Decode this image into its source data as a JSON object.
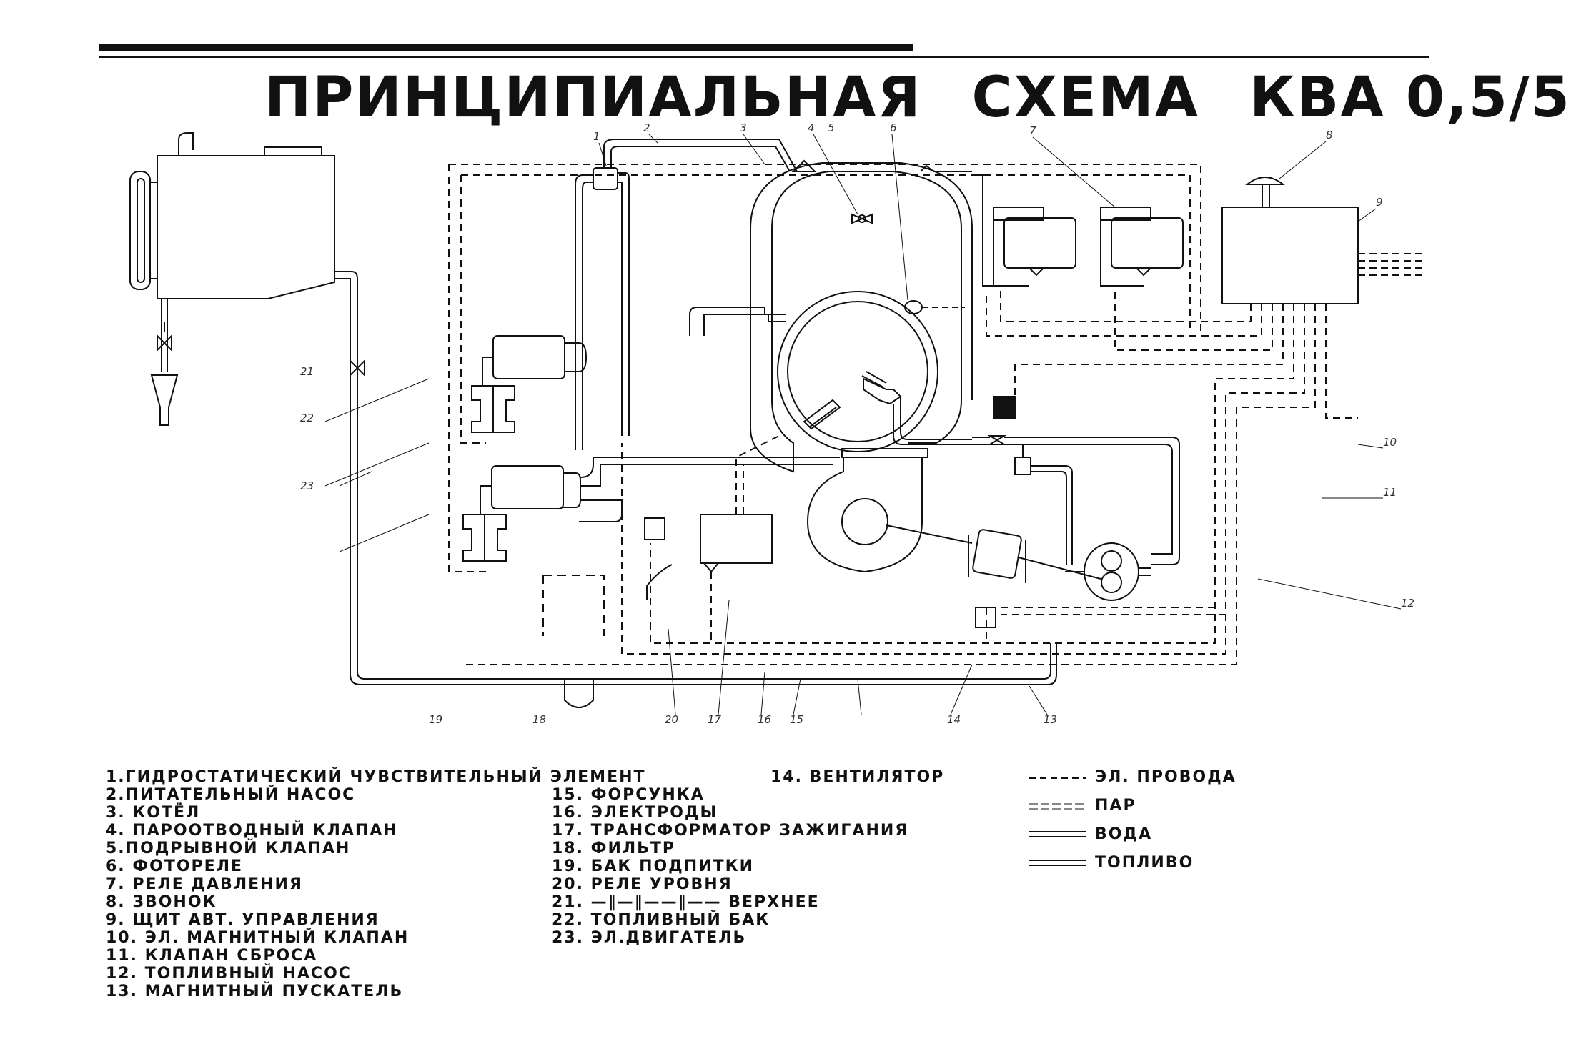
{
  "title": {
    "part1": "ПРИНЦИПИАЛЬНАЯ",
    "part2": "СХЕМА",
    "part3": "КВА 0,5/5"
  },
  "legend_items": [
    "1.ГИДРОСТАТИЧЕСКИЙ ЧУВСТВИТЕЛЬНЫЙ ЭЛЕМЕНТ",
    "2.ПИТАТЕЛЬНЫЙ НАСОС",
    "3. КОТЁЛ",
    "4. ПАРООТВОДНЫЙ КЛАПАН",
    "5.ПОДРЫВНОЙ КЛАПАН",
    "6. ФОТОРЕЛЕ",
    "7. РЕЛЕ ДАВЛЕНИЯ",
    "8. ЗВОНОК",
    "9. ЩИТ АВТ. УПРАВЛЕНИЯ",
    "10. ЭЛ. МАГНИТНЫЙ КЛАПАН",
    "11. КЛАПАН СБРОСА",
    "12. ТОПЛИВНЫЙ НАСОС",
    "13. МАГНИТНЫЙ ПУСКАТЕЛЬ",
    "14. ВЕНТИЛЯТОР",
    "15. ФОРСУНКА",
    "16. ЭЛЕКТРОДЫ",
    "17. ТРАНСФОРМАТОР ЗАЖИГАНИЯ",
    "18. ФИЛЬТР",
    "19. БАК ПОДПИТКИ",
    "20. РЕЛЕ УРОВНЯ",
    "21. —‖—‖——‖—— ВЕРХНЕЕ",
    "22. ТОПЛИВНЫЙ БАК",
    "23. ЭЛ.ДВИГАТЕЛЬ"
  ],
  "line_keys": [
    {
      "label": "ЭЛ. ПРОВОДА",
      "style": "dashed"
    },
    {
      "label": "ПАР",
      "style": "steam"
    },
    {
      "label": "ВОДА",
      "style": "double"
    },
    {
      "label": "ТОПЛИВО",
      "style": "double"
    }
  ],
  "callouts": {
    "c1": "1",
    "c2": "2",
    "c3": "3",
    "c4": "4",
    "c5": "5",
    "c6": "6",
    "c7": "7",
    "c8": "8",
    "c9": "9",
    "c10": "10",
    "c11": "11",
    "c12": "12",
    "c13": "13",
    "c14": "14",
    "c15": "15",
    "c16": "16",
    "c17": "17",
    "c18": "18",
    "c19": "19",
    "c20": "20",
    "c21": "21",
    "c22": "22",
    "c23": "23"
  },
  "colors": {
    "ink": "#111111",
    "paper": "#ffffff"
  }
}
